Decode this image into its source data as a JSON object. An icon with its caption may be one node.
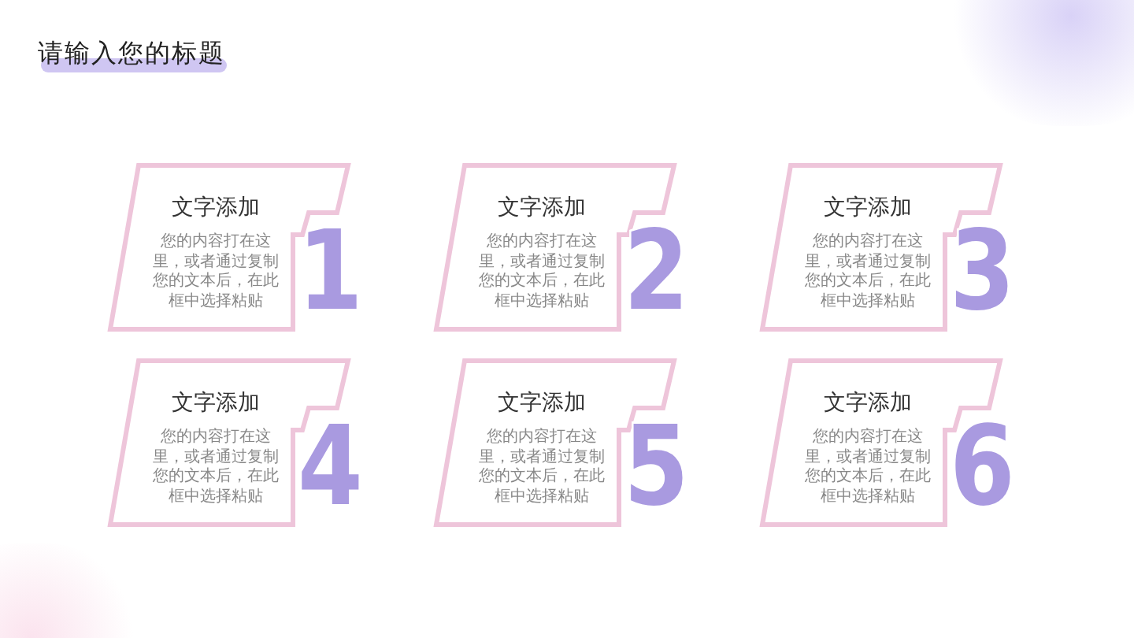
{
  "diagram": {
    "title": "请输入您的标题",
    "nodes": [
      {
        "text": [
          "文字添加",
          "您的内容打在这里，或者通过复制您的文本后，在此框中选择粘贴",
          "1"
        ]
      },
      {
        "text": [
          "文字添加",
          "您的内容打在这里，或者通过复制您的文本后，在此框中选择粘贴",
          "2"
        ]
      },
      {
        "text": [
          "文字添加",
          "您的内容打在这里，或者通过复制您的文本后，在此框中选择粘贴",
          "3"
        ]
      },
      {
        "text": [
          "文字添加",
          "您的内容打在这里，或者通过复制您的文本后，在此框中选择粘贴",
          "4"
        ]
      },
      {
        "text": [
          "文字添加",
          "您的内容打在这里，或者通过复制您的文本后，在此框中选择粘贴",
          "5"
        ]
      },
      {
        "text": [
          "文字添加",
          "您的内容打在这里，或者通过复制您的文本后，在此框中选择粘贴",
          "6"
        ]
      }
    ]
  }
}
